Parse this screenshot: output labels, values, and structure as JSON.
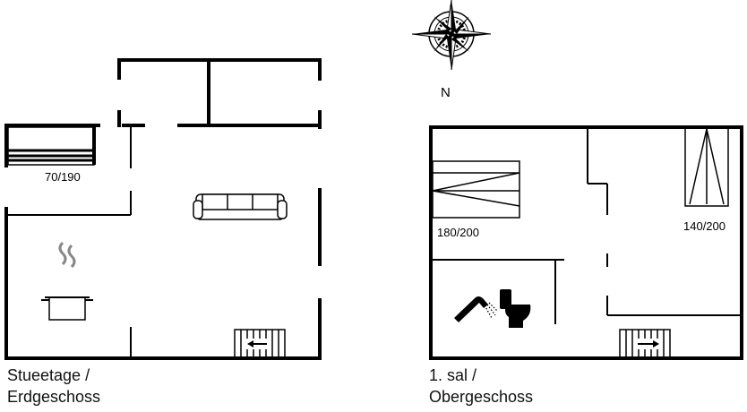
{
  "compass": {
    "north_label": "N",
    "icon": "compass-rose-icon"
  },
  "ground_floor": {
    "caption_line1": "Stueetage /",
    "caption_line2": "Erdgeschoss",
    "bed_size": "70/190",
    "icons": [
      "bunk-bed-icon",
      "sofa-icon",
      "cooking-pot-icon",
      "stairs-icon"
    ]
  },
  "first_floor": {
    "caption_line1": "1. sal /",
    "caption_line2": "Obergeschoss",
    "bed_size_left": "180/200",
    "bed_size_right": "140/200",
    "icons": [
      "double-bed-icon",
      "single-bed-icon",
      "shower-icon",
      "toilet-icon",
      "stairs-icon"
    ]
  }
}
